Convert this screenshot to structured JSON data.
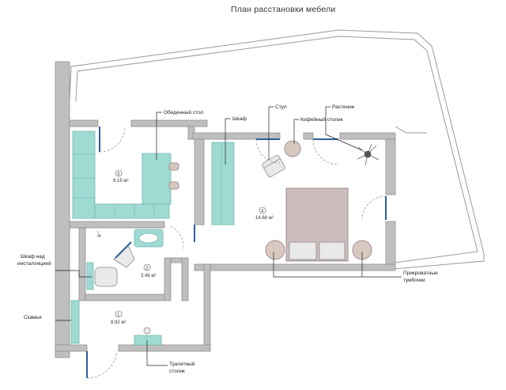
{
  "title": "План расстановки мебели",
  "labels": {
    "dining_table": "Обеденный стол",
    "wardrobe": "Шкаф",
    "chair": "Стул",
    "coffee_table": "Кофейный столик",
    "plant": "Растение",
    "bedside_line1": "Прикроватные",
    "bedside_line2": "тумбочки",
    "cabinet_line1": "Шкаф над",
    "cabinet_line2": "инсталляцией",
    "bench": "Скамья",
    "dresser_line1": "Туалетный",
    "dresser_line2": "столик"
  },
  "rooms": {
    "kitchen_number": "3",
    "kitchen_area": "9.15 м²",
    "bedroom_number": "4",
    "bedroom_area": "14.68 м²",
    "bathroom_number": "2",
    "bathroom_area": "3.46 м²",
    "hall_number": "1",
    "hall_area": "8.92 м²"
  },
  "colors": {
    "furniture_accent": "#9fdad3",
    "walls": "#bfbfbf",
    "doors": "#2d5d9a",
    "bed": "#cdbdbd"
  }
}
